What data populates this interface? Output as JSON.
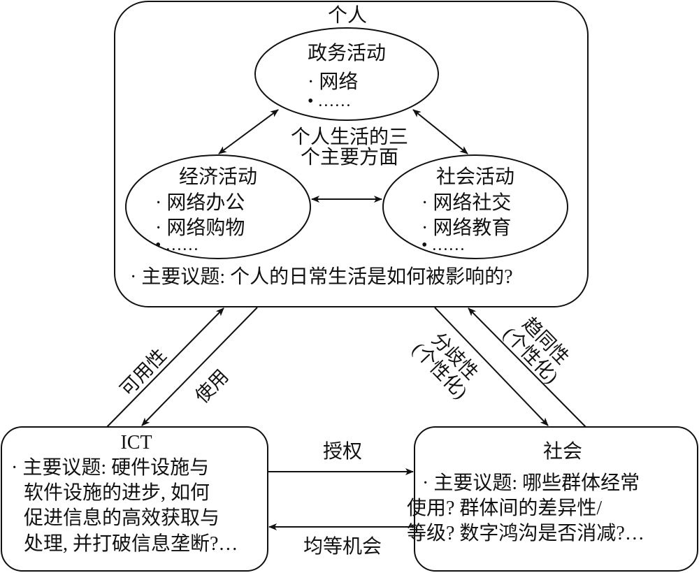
{
  "individual": {
    "title": "个人",
    "center_label_line1": "个人生活的三",
    "center_label_line2": "个主要方面",
    "issue": "· 主要议题: 个人的日常生活是如何被影响的?",
    "political": {
      "title": "政务活动",
      "items": [
        "· 网络",
        "• ……"
      ]
    },
    "economic": {
      "title": "经济活动",
      "items": [
        "· 网络办公",
        "· 网络购物",
        "• ……"
      ]
    },
    "social": {
      "title": "社会活动",
      "items": [
        "· 网络社交",
        "· 网络教育",
        "• ……"
      ]
    }
  },
  "ict": {
    "title": "ICT",
    "lines": [
      "· 主要议题: 硬件设施与",
      "软件设施的进步, 如何",
      "促进信息的高效获取与",
      "处理, 并打破信息垄断?…"
    ]
  },
  "society": {
    "title": "社会",
    "lines": [
      "· 主要议题: 哪些群体经常",
      "使用? 群体间的差异性/",
      "等级? 数字鸿沟是否消减?…"
    ]
  },
  "edges": {
    "availability": "可用性",
    "usage": "使用",
    "divergence_line1": "分歧性",
    "divergence_line2": "(个性化)",
    "convergence_line1": "趋同性",
    "convergence_line2": "(个性化)",
    "empowerment": "授权",
    "equal_opportunity": "均等机会"
  }
}
